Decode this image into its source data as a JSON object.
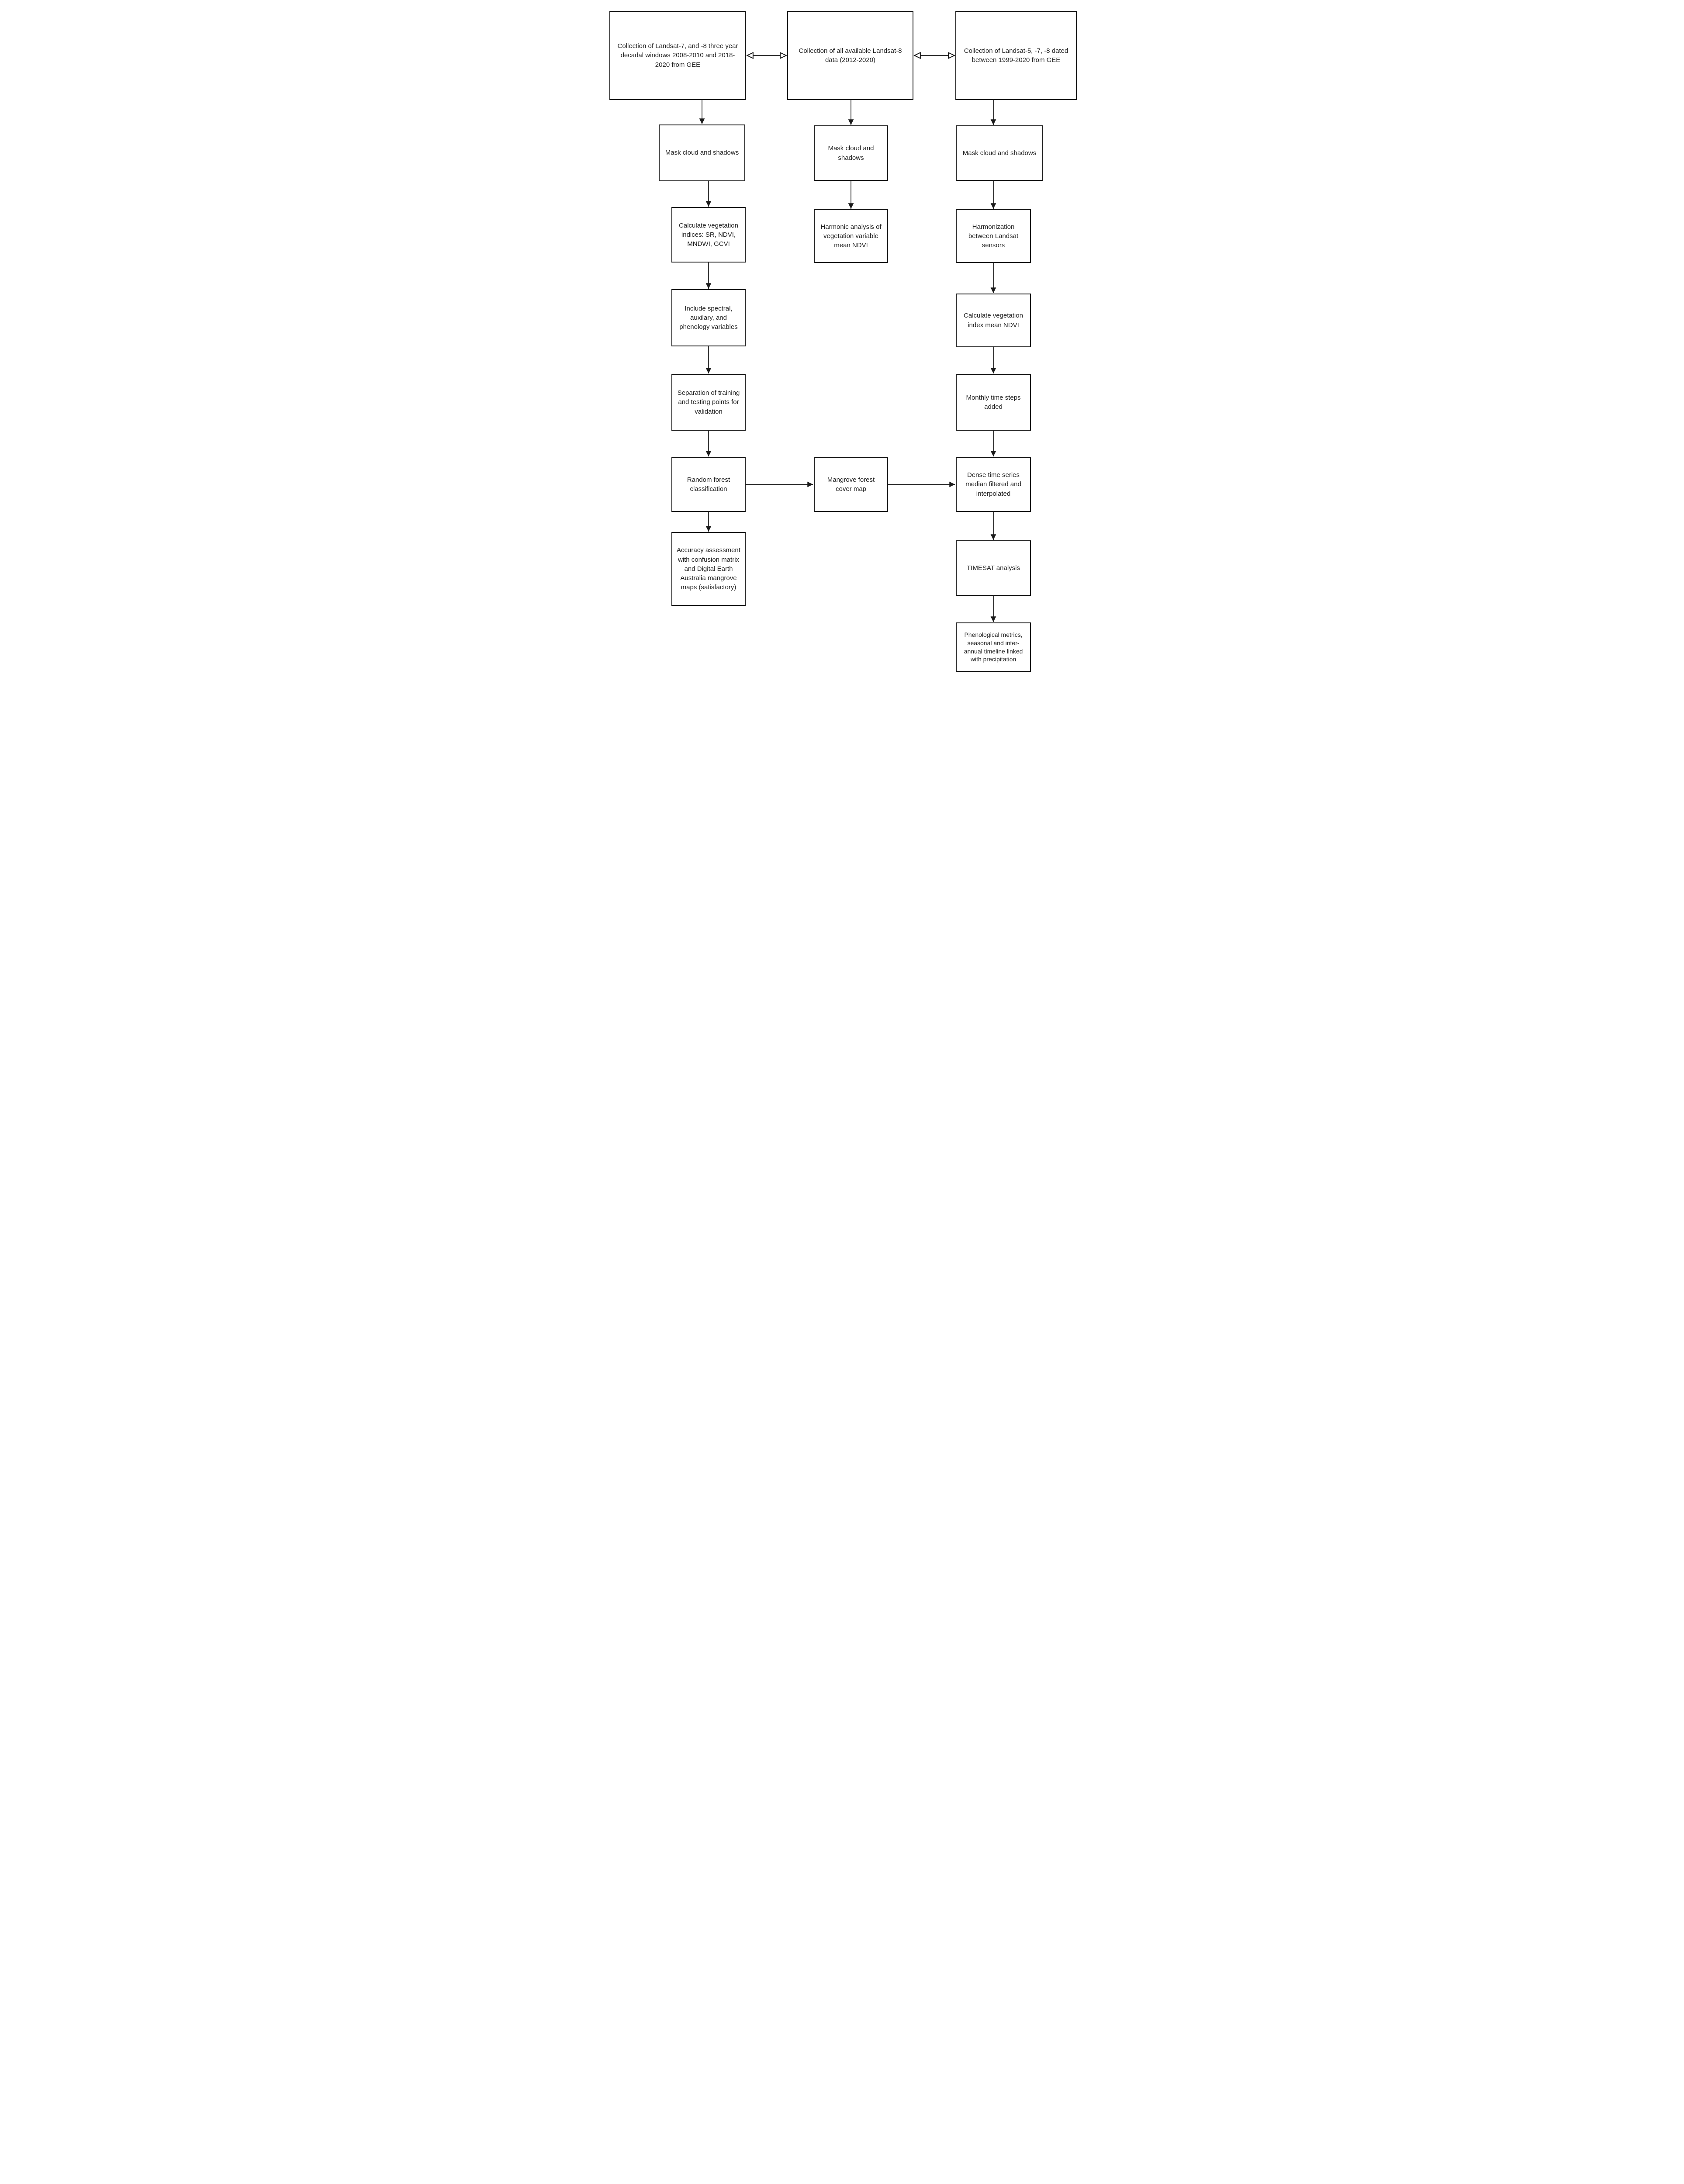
{
  "diagram": {
    "type": "flowchart",
    "colors": {
      "line": "#1a1a1a",
      "text": "#1f1f1f",
      "box_background": "#ffffff",
      "page_background": "#ffffff"
    },
    "boxes": {
      "l1": {
        "label": "Collection of Landsat-7, and -8 three year decadal windows 2008-2010 and 2018-2020 from GEE"
      },
      "l2": {
        "label": "Mask cloud and shadows"
      },
      "l3": {
        "label": "Calculate vegetation indices: SR, NDVI, MNDWI, GCVI"
      },
      "l4": {
        "label": "Include spectral, auxilary, and phenology variables"
      },
      "l5": {
        "label": "Separation of training and testing points for validation"
      },
      "l6": {
        "label": "Random forest classification"
      },
      "l7": {
        "label": "Accuracy assessment with confusion matrix and Digital Earth Australia mangrove maps (satisfactory)"
      },
      "m1": {
        "label": "Collection of all available Landsat-8 data (2012-2020)"
      },
      "m2": {
        "label": "Mask cloud and shadows"
      },
      "m3": {
        "label": "Harmonic analysis of vegetation variable mean NDVI"
      },
      "m4": {
        "label": "Mangrove forest cover map"
      },
      "r1": {
        "label": "Collection of Landsat-5, -7, -8 dated between 1999-2020 from GEE"
      },
      "r2": {
        "label": "Mask cloud and shadows"
      },
      "r3": {
        "label": "Harmonization between Landsat sensors"
      },
      "r4": {
        "label": "Calculate vegetation index mean NDVI"
      },
      "r5": {
        "label": "Monthly time steps added"
      },
      "r6": {
        "label": "Dense time series median filtered and interpolated"
      },
      "r7": {
        "label": "TIMESAT analysis"
      },
      "r8": {
        "label": "Phenological metrics, seasonal and inter-annual timeline linked with precipitation"
      }
    },
    "connectors": [
      {
        "from": "l1",
        "to": "m1",
        "style": "double-headed-open"
      },
      {
        "from": "m1",
        "to": "r1",
        "style": "double-headed-open"
      },
      {
        "from": "l1",
        "to": "l2",
        "style": "arrow-solid"
      },
      {
        "from": "l2",
        "to": "l3",
        "style": "arrow-solid"
      },
      {
        "from": "l3",
        "to": "l4",
        "style": "arrow-solid"
      },
      {
        "from": "l4",
        "to": "l5",
        "style": "arrow-solid"
      },
      {
        "from": "l5",
        "to": "l6",
        "style": "arrow-solid"
      },
      {
        "from": "l6",
        "to": "l7",
        "style": "arrow-solid"
      },
      {
        "from": "m1",
        "to": "m2",
        "style": "arrow-solid"
      },
      {
        "from": "m2",
        "to": "m3",
        "style": "arrow-solid"
      },
      {
        "from": "r1",
        "to": "r2",
        "style": "arrow-solid"
      },
      {
        "from": "r2",
        "to": "r3",
        "style": "arrow-solid"
      },
      {
        "from": "r3",
        "to": "r4",
        "style": "arrow-solid"
      },
      {
        "from": "r4",
        "to": "r5",
        "style": "arrow-solid"
      },
      {
        "from": "r5",
        "to": "r6",
        "style": "arrow-solid"
      },
      {
        "from": "r6",
        "to": "r7",
        "style": "arrow-solid"
      },
      {
        "from": "r7",
        "to": "r8",
        "style": "arrow-solid"
      },
      {
        "from": "l6",
        "to": "m4",
        "style": "arrow-solid"
      },
      {
        "from": "m4",
        "to": "r6",
        "style": "arrow-solid"
      }
    ]
  }
}
